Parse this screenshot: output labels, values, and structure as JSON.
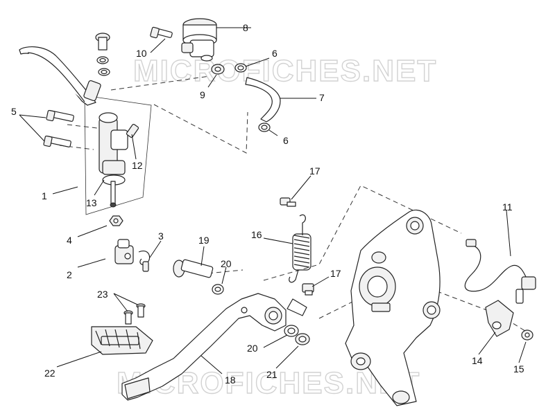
{
  "watermark": {
    "text": "MICROFICHES.NET"
  },
  "callouts": {
    "c1": "1",
    "c2": "2",
    "c3": "3",
    "c4": "4",
    "c5": "5",
    "c6a": "6",
    "c6b": "6",
    "c7": "7",
    "c8": "8",
    "c9": "9",
    "c10": "10",
    "c11": "11",
    "c12": "12",
    "c13": "13",
    "c14": "14",
    "c15": "15",
    "c16": "16",
    "c17a": "17",
    "c17b": "17",
    "c18": "18",
    "c19": "19",
    "c20a": "20",
    "c20b": "20",
    "c21": "21",
    "c22": "22",
    "c23": "23"
  },
  "colors": {
    "line": "#222222",
    "watermark": "#d2d2d2",
    "background": "#ffffff"
  }
}
